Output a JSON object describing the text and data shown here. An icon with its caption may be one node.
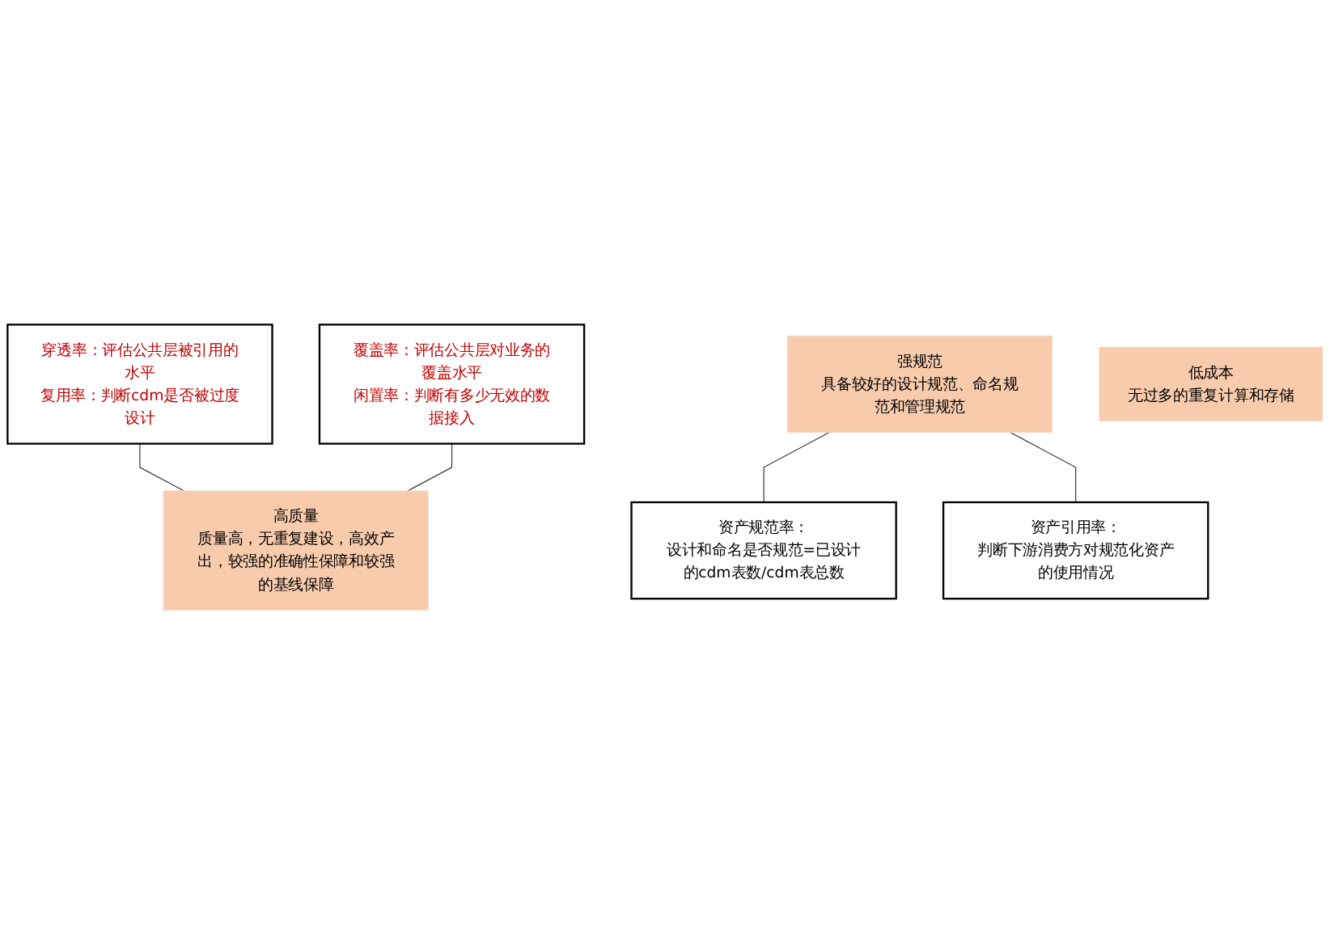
{
  "diagram": {
    "nodes": [
      {
        "text": [
          "穿透率：评估公共层被引用的水平",
          "复用率：判断cdm是否被过度设计"
        ]
      },
      {
        "text": [
          "高质量",
          "质量高，无重复建设，高效产出，较强的准确性保障和较强的基线保障"
        ]
      },
      {
        "text": [
          "覆盖率：评估公共层对业务的覆盖水平",
          "闲置率：判断有多少无效的数据接入"
        ]
      },
      {
        "text": [
          "强规范",
          "具备较好的设计规范、命名规范和管理规范"
        ]
      },
      {
        "text": [
          "低成本",
          "无过多的重复计算和存储"
        ]
      },
      {
        "text": [
          "资产规范率：",
          "设计和命名是否规范=已设计的cdm表数/cdm表总数"
        ]
      },
      {
        "text": [
          "资产引用率：",
          "判断下游消费方对规范化资产的使用情况"
        ]
      }
    ],
    "edges": [
      {
        "from": 0,
        "to": 1,
        "arrow": "none"
      },
      {
        "from": 2,
        "to": 1,
        "arrow": "none"
      },
      {
        "from": 3,
        "to": 5,
        "arrow": "none"
      },
      {
        "from": 3,
        "to": 6,
        "arrow": "none"
      }
    ]
  }
}
